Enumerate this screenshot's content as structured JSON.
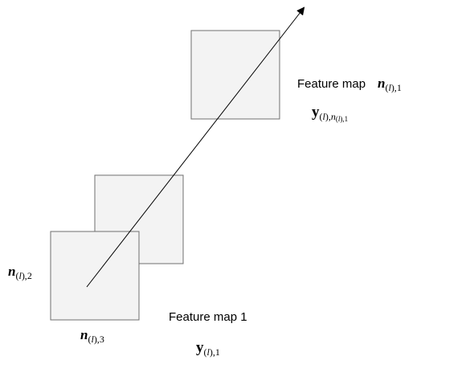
{
  "labels": {
    "feature_map_top": "Feature map",
    "feature_map_bottom": "Feature map 1"
  },
  "math": {
    "n_symbol": "n",
    "y_symbol": "y",
    "layer_index": "l",
    "sub_1": "1",
    "sub_2": "2",
    "sub_3": "3"
  },
  "colors": {
    "square_fill": "#f3f3f3",
    "square_stroke": "#6f6f6f",
    "arrow": "#000000"
  }
}
